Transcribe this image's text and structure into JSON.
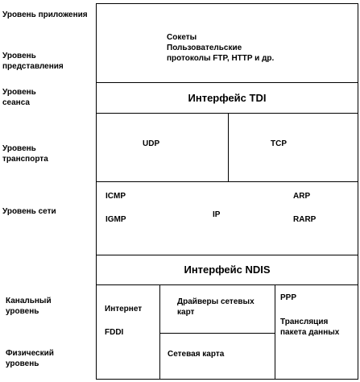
{
  "levels": {
    "application": "Уровень приложения",
    "presentation": "Уровень\nпредставления",
    "session": "Уровень\nсеанса",
    "transport": "Уровень\nтранспорта",
    "network": "Уровень сети",
    "datalink": "Канальный\nуровень",
    "physical": "Физический\nуровень"
  },
  "blocks": {
    "application": "Сокеты\nПользовательские\nпротоколы FTP, HTTP и др.",
    "tdi": "Интерфейс TDI",
    "udp": "UDP",
    "tcp": "TCP",
    "icmp": "ICMP",
    "igmp": "IGMP",
    "ip": "IP",
    "arp": "ARP",
    "rarp": "RARP",
    "ndis": "Интерфейс NDIS",
    "internet": "Интернет",
    "fddi": "FDDI",
    "drivers": "Драйверы сетевых\nкарт",
    "netcard": "Сетевая карта",
    "ppp": "PPP",
    "translation": "Трансляция\nпакета данных"
  }
}
